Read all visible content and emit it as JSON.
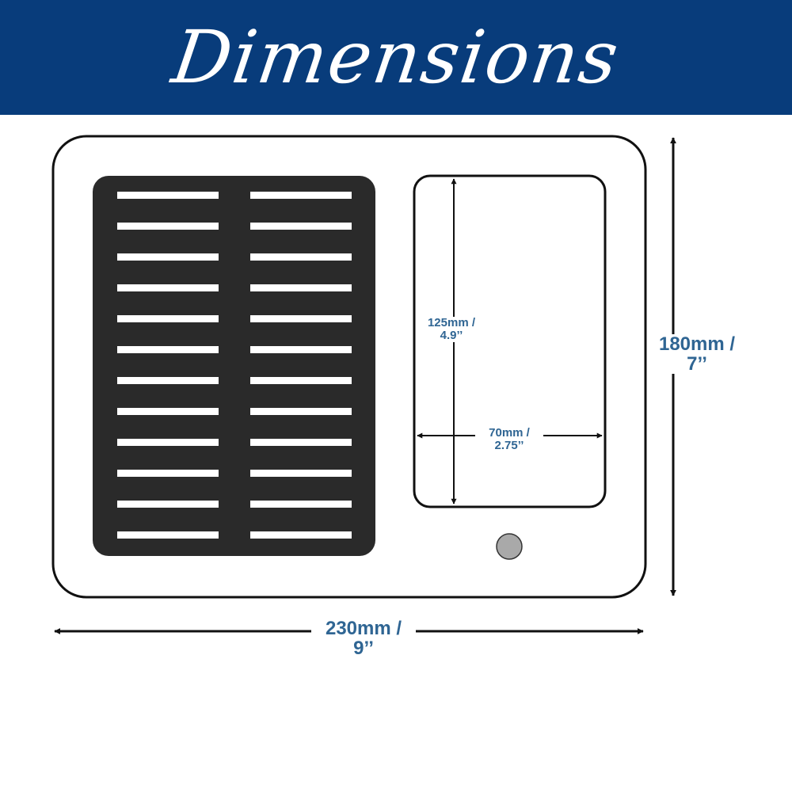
{
  "banner": {
    "title": "Dimensions",
    "background": "#083c7b",
    "text_color": "#ffffff"
  },
  "dimensions": {
    "width": {
      "line1": "230mm /",
      "line2": "9’’"
    },
    "height": {
      "line1": "180mm /",
      "line2": "7’’"
    },
    "cavity_height": {
      "line1": "125mm /",
      "line2": "4.9’’"
    },
    "cavity_width": {
      "line1": "70mm /",
      "line2": "2.75’’"
    }
  },
  "colors": {
    "label": "#2f6593",
    "outline": "#111111",
    "grate": "#2a2a2a",
    "knob": "#a9a9a9"
  },
  "icons": {
    "grate": "vent-grate-icon",
    "knob": "knob-icon"
  }
}
